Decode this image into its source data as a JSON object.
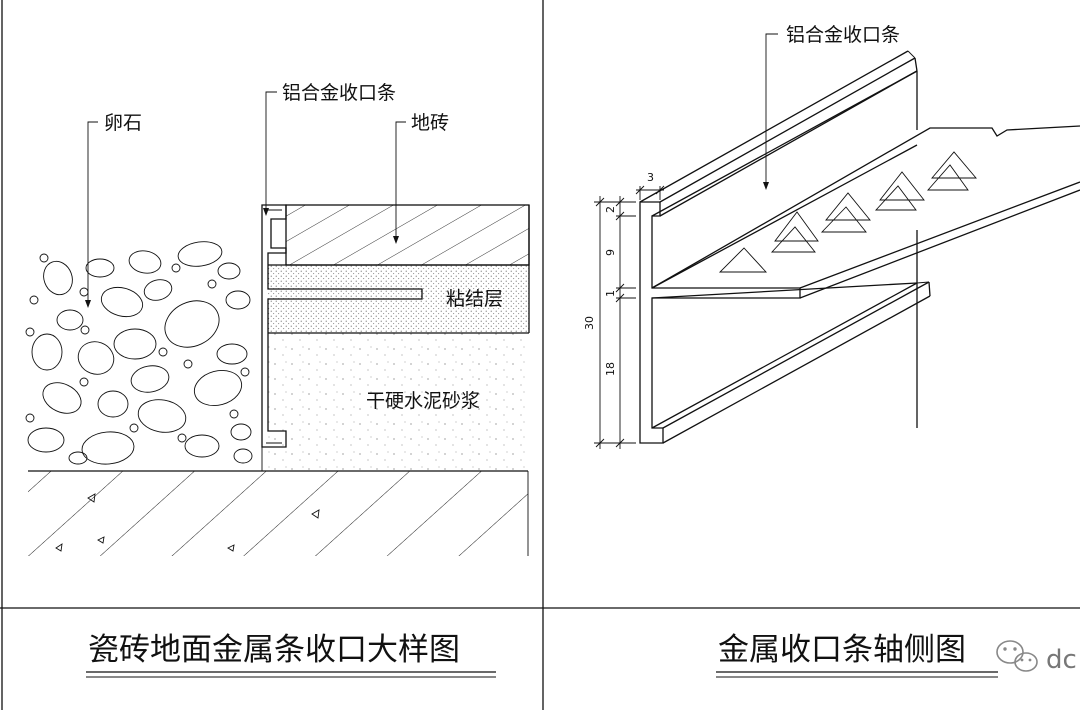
{
  "left_detail": {
    "labels": {
      "pebble": "卵石",
      "aluminum_strip": "铝合金收口条",
      "floor_tile": "地砖",
      "bonding_layer": "粘结层",
      "mortar": "干硬水泥砂浆"
    },
    "title": "瓷砖地面金属条收口大样图"
  },
  "right_detail": {
    "labels": {
      "aluminum_strip": "铝合金收口条"
    },
    "dimensions": {
      "width": "3",
      "total": "30",
      "top": "2",
      "upper": "9",
      "mid": "1",
      "lower": "18"
    },
    "title": "金属收口条轴侧图"
  },
  "watermark": {
    "text": "dc",
    "icon": "wechat-icon"
  }
}
